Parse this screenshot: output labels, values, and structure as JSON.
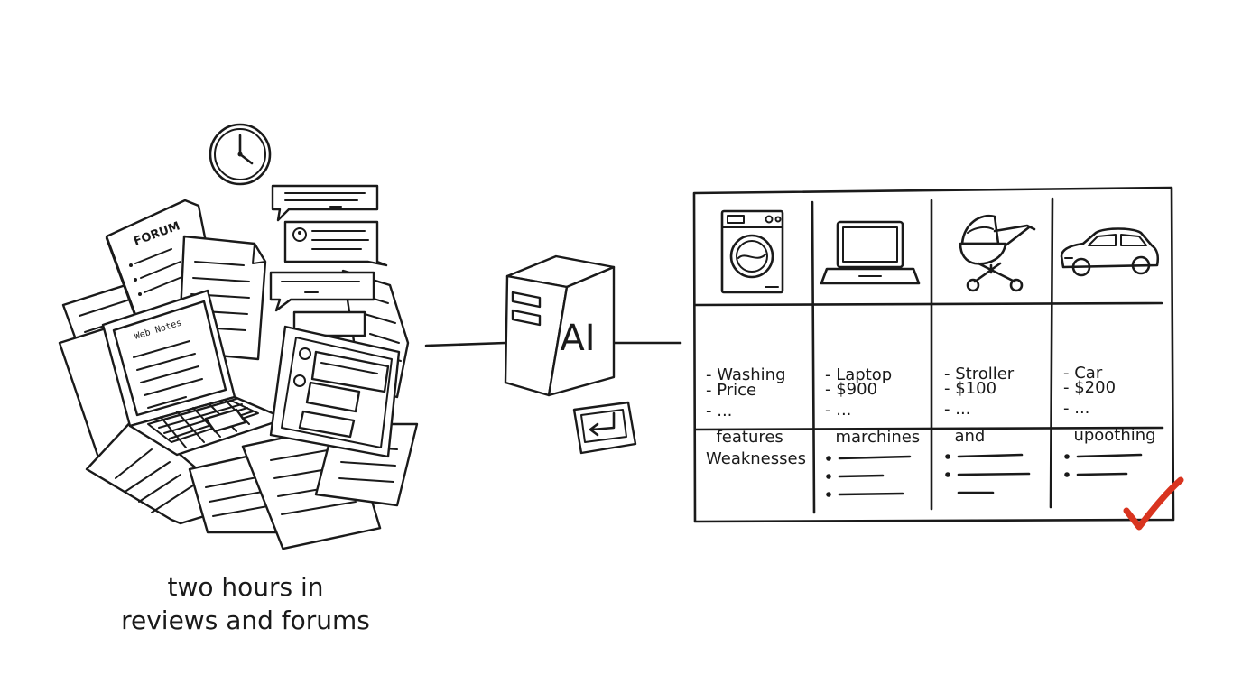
{
  "caption": {
    "line1": "two hours in",
    "line2": "reviews and forums"
  },
  "clutter": {
    "forum_doc_title": "FORUM",
    "laptop_screen_text": "Web Notes"
  },
  "server": {
    "label": "AI"
  },
  "comparison_table": {
    "columns": [
      {
        "icon": "washing-machine-icon",
        "line1": "- Washing",
        "line2": "  features",
        "price_label": "- Price",
        "more": "- ..."
      },
      {
        "icon": "laptop-icon",
        "line1": "- Laptop",
        "line2": "  marchines",
        "price_label": "- $900",
        "more": "- ..."
      },
      {
        "icon": "stroller-icon",
        "line1": "- Stroller",
        "line2": "  and",
        "price_label": "- $100",
        "more": "- ..."
      },
      {
        "icon": "car-icon",
        "line1": "- Car",
        "line2": "  upoothing",
        "price_label": "- $200",
        "more": "- ..."
      }
    ],
    "weaknesses_label": "Weaknesses"
  },
  "colors": {
    "ink": "#1a1a1a",
    "checkmark": "#d9341f",
    "background": "#ffffff"
  }
}
